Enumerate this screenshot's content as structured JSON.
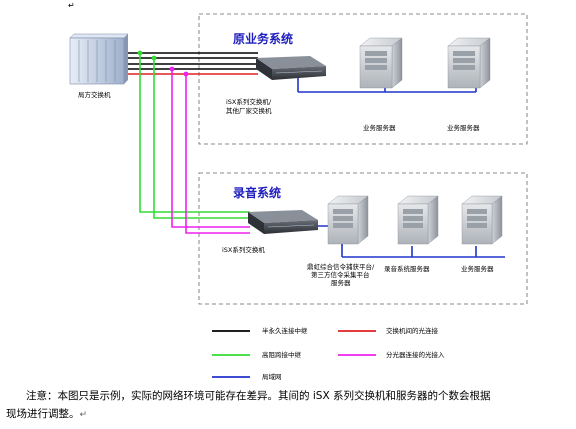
{
  "diagram": {
    "sections": {
      "original": {
        "title": "原业务系统"
      },
      "recording": {
        "title": "录音系统"
      }
    },
    "nodes": {
      "central_exchange": {
        "label": "局方交换机"
      },
      "isx_original": {
        "label_line1": "iSX系列交换机/",
        "label_line2": "其他厂家交换机"
      },
      "isx_recording": {
        "label": "iSX系列交换机"
      },
      "biz_server_1": {
        "label": "业务服务器"
      },
      "biz_server_2": {
        "label": "业务服务器"
      },
      "platform_server": {
        "label_line1": "鼎虹综合信令捕获平台/",
        "label_line2": "第三方信令采集平台",
        "label_line3": "服务器"
      },
      "record_server": {
        "label": "录音系统服务器"
      },
      "biz_server_3": {
        "label": "业务服务器"
      }
    },
    "legend": [
      {
        "label": "半永久连接中继",
        "color": "#000000"
      },
      {
        "label": "交换机间的光连接",
        "color": "#e02020"
      },
      {
        "label": "高阻跨接中继",
        "color": "#33dd33"
      },
      {
        "label": "分光器连接的光接入",
        "color": "#ee22ee"
      },
      {
        "label": "局域网",
        "color": "#2233cc"
      }
    ]
  },
  "footnote": {
    "line1": "注意：本图只是示例，实际的网络环境可能存在差异。其间的 iSX 系列交换机和服务器的个数会根据",
    "line2": "现场进行调整。"
  },
  "marks": {
    "para": "↵"
  }
}
